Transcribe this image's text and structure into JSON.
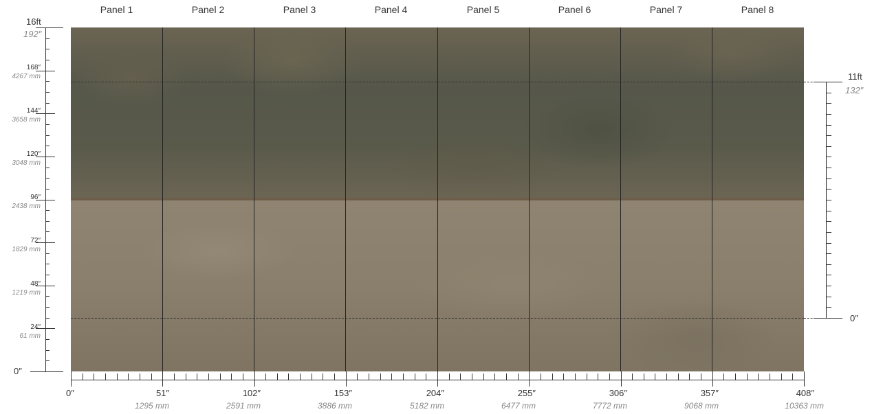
{
  "panels": [
    "Panel 1",
    "Panel 2",
    "Panel 3",
    "Panel 4",
    "Panel 5",
    "Panel 6",
    "Panel 7",
    "Panel 8"
  ],
  "left_axis": {
    "top_ft": "16ft",
    "top_in": "192″",
    "bottom": "0″",
    "marks": [
      {
        "in": "168″",
        "mm": "4267 mm"
      },
      {
        "in": "144″",
        "mm": "3658 mm"
      },
      {
        "in": "120″",
        "mm": "3048 mm"
      },
      {
        "in": "96″",
        "mm": "2438 mm"
      },
      {
        "in": "72″",
        "mm": "1829 mm"
      },
      {
        "in": "48″",
        "mm": "1219 mm"
      },
      {
        "in": "24″",
        "mm": "61 mm"
      }
    ]
  },
  "bottom_axis": {
    "start": "0″",
    "marks": [
      {
        "in": "51″",
        "mm": "1295 mm"
      },
      {
        "in": "102″",
        "mm": "2591 mm"
      },
      {
        "in": "153″",
        "mm": "3886 mm"
      },
      {
        "in": "204″",
        "mm": "5182 mm"
      },
      {
        "in": "255″",
        "mm": "6477 mm"
      },
      {
        "in": "306″",
        "mm": "7772 mm"
      },
      {
        "in": "357″",
        "mm": "9068 mm"
      },
      {
        "in": "408″",
        "mm": "10363 mm"
      }
    ]
  },
  "right_axis": {
    "top_ft": "11ft",
    "top_in": "132″",
    "bottom": "0″"
  },
  "colors": {
    "mural_top": "#5a5a4b",
    "mural_bottom": "#8a7f6c",
    "seam": "#6e5a43",
    "grid_line": "#222222"
  }
}
